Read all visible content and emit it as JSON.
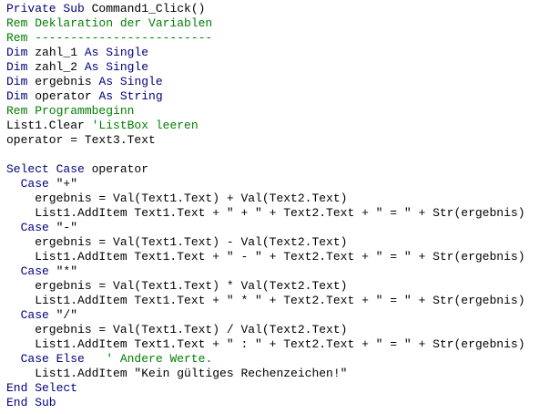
{
  "editor": {
    "colors": {
      "keyword": "#00007f",
      "comment": "#007f00",
      "plain": "#000000",
      "background": "#ffffff"
    },
    "lines": [
      [
        {
          "t": "Private Sub ",
          "k": "keyword"
        },
        {
          "t": "Command1_Click()",
          "k": "plain"
        }
      ],
      [
        {
          "t": "Rem Deklaration der Variablen",
          "k": "comment"
        }
      ],
      [
        {
          "t": "Rem -------------------------",
          "k": "comment"
        }
      ],
      [
        {
          "t": "Dim ",
          "k": "keyword"
        },
        {
          "t": "zahl_1 ",
          "k": "plain"
        },
        {
          "t": "As Single",
          "k": "keyword"
        }
      ],
      [
        {
          "t": "Dim ",
          "k": "keyword"
        },
        {
          "t": "zahl_2 ",
          "k": "plain"
        },
        {
          "t": "As Single",
          "k": "keyword"
        }
      ],
      [
        {
          "t": "Dim ",
          "k": "keyword"
        },
        {
          "t": "ergebnis ",
          "k": "plain"
        },
        {
          "t": "As Single",
          "k": "keyword"
        }
      ],
      [
        {
          "t": "Dim ",
          "k": "keyword"
        },
        {
          "t": "operator ",
          "k": "plain"
        },
        {
          "t": "As String",
          "k": "keyword"
        }
      ],
      [
        {
          "t": "Rem Programmbeginn",
          "k": "comment"
        }
      ],
      [
        {
          "t": "List1.Clear ",
          "k": "plain"
        },
        {
          "t": "'ListBox leeren",
          "k": "comment"
        }
      ],
      [
        {
          "t": "operator = Text3.Text",
          "k": "plain"
        }
      ],
      [
        {
          "t": "",
          "k": "plain"
        }
      ],
      [
        {
          "t": "Select Case ",
          "k": "keyword"
        },
        {
          "t": "operator",
          "k": "plain"
        }
      ],
      [
        {
          "t": "  ",
          "k": "plain"
        },
        {
          "t": "Case ",
          "k": "keyword"
        },
        {
          "t": "\"+\"",
          "k": "plain"
        }
      ],
      [
        {
          "t": "    ergebnis = Val(Text1.Text) + Val(Text2.Text)",
          "k": "plain"
        }
      ],
      [
        {
          "t": "    List1.AddItem Text1.Text + \" + \" + Text2.Text + \" = \" + Str(ergebnis)",
          "k": "plain"
        }
      ],
      [
        {
          "t": "  ",
          "k": "plain"
        },
        {
          "t": "Case ",
          "k": "keyword"
        },
        {
          "t": "\"-\"",
          "k": "plain"
        }
      ],
      [
        {
          "t": "    ergebnis = Val(Text1.Text) - Val(Text2.Text)",
          "k": "plain"
        }
      ],
      [
        {
          "t": "    List1.AddItem Text1.Text + \" - \" + Text2.Text + \" = \" + Str(ergebnis)",
          "k": "plain"
        }
      ],
      [
        {
          "t": "  ",
          "k": "plain"
        },
        {
          "t": "Case ",
          "k": "keyword"
        },
        {
          "t": "\"*\"",
          "k": "plain"
        }
      ],
      [
        {
          "t": "    ergebnis = Val(Text1.Text) * Val(Text2.Text)",
          "k": "plain"
        }
      ],
      [
        {
          "t": "    List1.AddItem Text1.Text + \" * \" + Text2.Text + \" = \" + Str(ergebnis)",
          "k": "plain"
        }
      ],
      [
        {
          "t": "  ",
          "k": "plain"
        },
        {
          "t": "Case ",
          "k": "keyword"
        },
        {
          "t": "\"/\"",
          "k": "plain"
        }
      ],
      [
        {
          "t": "    ergebnis = Val(Text1.Text) / Val(Text2.Text)",
          "k": "plain"
        }
      ],
      [
        {
          "t": "    List1.AddItem Text1.Text + \" : \" + Text2.Text + \" = \" + Str(ergebnis)",
          "k": "plain"
        }
      ],
      [
        {
          "t": "  ",
          "k": "plain"
        },
        {
          "t": "Case Else",
          "k": "keyword"
        },
        {
          "t": "   ' Andere Werte.",
          "k": "comment"
        }
      ],
      [
        {
          "t": "    List1.AddItem \"Kein gültiges Rechenzeichen!\"",
          "k": "plain"
        }
      ],
      [
        {
          "t": "End Select",
          "k": "keyword"
        }
      ],
      [
        {
          "t": "End Sub",
          "k": "keyword"
        }
      ]
    ]
  }
}
